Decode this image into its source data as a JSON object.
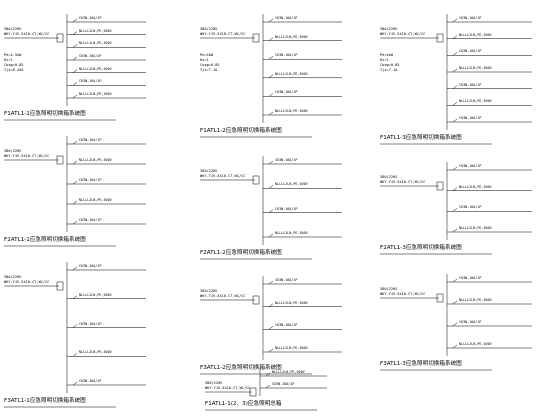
{
  "drawing": {
    "panels": [
      {
        "id": "p1",
        "title": "F1ATL1-1应急照明切换箱系统图",
        "supply": [
          "380/220V",
          "WKY-YJV-5X10-CT,WC/CC"
        ],
        "params": [
          "Pe=4.5kW",
          "Kx=1",
          "Cosφ=0.85",
          "Ijs=8.44A"
        ],
        "circuits": [
          "C63N-16A/1P",
          "NLLLL2LN,PE,500V",
          "NLLLL2LN,PE,500V",
          "C63N-16A/1P",
          "NLLLL2LN,PE,500V",
          "C63N-16A/1P",
          "NLLLL2LN,PE,500V"
        ]
      },
      {
        "id": "p2",
        "title": "F2ATL1-1应急照明切换箱系统图",
        "supply": [
          "380/220V",
          "WKY-YJV-5X10-CT,WC/CC"
        ],
        "params": [],
        "circuits": [
          "C63N-16A/1P",
          "NLLLL2LN,PE,500V",
          "C63N-16A/1P",
          "NLLLL2LN,PE,500V",
          "C63N-16A/1P"
        ]
      },
      {
        "id": "p3",
        "title": "F3ATL1-1应急照明切换箱系统图",
        "supply": [
          "380/220V",
          "WKY-YJV-5X10-CT,WC/CC"
        ],
        "params": [],
        "circuits": [
          "C63N-16A/1P",
          "NLLLL2LN,PE,500V",
          "C63N-16A/1P",
          "NLLLL2LN,PE,500V",
          "C63N-16A/1P"
        ]
      },
      {
        "id": "p4",
        "title": "F1ATL1-2应急照明切换箱系统图",
        "supply": [
          "380/220V",
          "WKY-YJV-5X10-CT,WC/CC"
        ],
        "params": [
          "Pe=4kW",
          "Kx=1",
          "Cosφ=0.85",
          "Ijs=7.1A"
        ],
        "circuits": [
          "C63N-16A/1P",
          "NLLLL2LN,PE,500V",
          "C63N-16A/1P",
          "NLLLL2LN,PE,500V",
          "C63N-16A/1P",
          "NLLLL2LN,PE,500V"
        ]
      },
      {
        "id": "p5",
        "title": "F2ATL1-2应急照明切换箱系统图",
        "supply": [
          "380/220V",
          "WKY-YJV-5X10-CT,WC/CC"
        ],
        "params": [],
        "circuits": [
          "C63N-16A/1P",
          "NLLLL2LN,PE,500V",
          "C63N-16A/1P",
          "NLLLL2LN,PE,500V"
        ]
      },
      {
        "id": "p6",
        "title": "F3ATL1-2应急照明切换箱系统图",
        "supply": [
          "380/220V",
          "WKY-YJV-5X10-CT,WC/CC"
        ],
        "params": [],
        "circuits": [
          "C63N-16A/1P",
          "NLLLL2LN,PE,500V",
          "C63N-16A/1P",
          "NLLLL2LN,PE,500V"
        ]
      },
      {
        "id": "p7",
        "title": "F1ATL1-1(2、3)应急照明总箱",
        "supply": [
          "380/220V",
          "WKY-YJV-5X10-CT,WC/CC"
        ],
        "params": [],
        "circuits": [
          "NLLLL2LN,PE,500V",
          "C63N-16A/1P"
        ]
      },
      {
        "id": "p8",
        "title": "F1ATL1-3应急照明切换箱系统图",
        "supply": [
          "380/220V",
          "WKY-YJV-5X10-CT,WC/CC"
        ],
        "params": [
          "Pe=4kW",
          "Kx=1",
          "Cosφ=0.85",
          "Ijs=7.1A"
        ],
        "circuits": [
          "C63N-16A/1P",
          "NLLLL2LN,PE,500V",
          "C63N-16A/1P",
          "NLLLL2LN,PE,500V",
          "C63N-16A/1P",
          "NLLLL2LN,PE,500V",
          "C63N-16A/1P"
        ]
      },
      {
        "id": "p9",
        "title": "F2ATL1-3应急照明切换箱系统图",
        "supply": [
          "380/220V",
          "WKY-YJV-5X10-CT,WC/CC"
        ],
        "params": [],
        "circuits": [
          "C63N-16A/1P",
          "NLLLL2LN,PE,500V",
          "C63N-16A/1P",
          "NLLLL2LN,PE,500V"
        ]
      },
      {
        "id": "p10",
        "title": "F3ATL1-3应急照明切换箱系统图",
        "supply": [
          "380/220V",
          "WKY-YJV-5X10-CT,WC/CC"
        ],
        "params": [],
        "circuits": [
          "C63N-16A/1P",
          "NLLLL2LN,PE,500V",
          "C63N-16A/1P",
          "NLLLL2LN,PE,500V"
        ]
      }
    ]
  }
}
